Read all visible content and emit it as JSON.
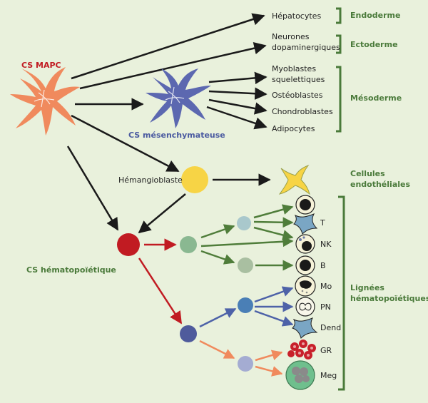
{
  "colors": {
    "background": "#e9f1dc",
    "mapc": "#f08a5d",
    "mesenchymal": "#5c68b0",
    "hemangioblast": "#f7d445",
    "hematopoietic": "#c11b22",
    "arrow_black": "#1a1a1a",
    "arrow_red": "#c11b22",
    "arrow_green": "#4f7d3a",
    "arrow_blue": "#4d62a8",
    "arrow_orange": "#f08a5d",
    "bracket": "#4a7a3a"
  },
  "stem_cells": {
    "mapc": "CS MAPC",
    "mesenchymal": "CS mésenchymateuse",
    "hemangioblast": "Hémangioblaste",
    "hematopoietic": "CS hématopoïétique"
  },
  "products": {
    "hepatocytes": "Hépatocytes",
    "neurons_1": "Neurones",
    "neurons_2": "dopaminergiques",
    "myoblasts_1": "Myoblastes",
    "myoblasts_2": "squelettiques",
    "osteoblasts": "Ostéoblastes",
    "chondroblasts": "Chondroblastes",
    "adipocytes": "Adipocytes",
    "endothelial_1": "Cellules",
    "endothelial_2": "endothéliales"
  },
  "germ_layers": {
    "endoderm": "Endoderme",
    "ectoderm": "Ectoderme",
    "mesoderm": "Mésoderme"
  },
  "lineage_group": {
    "line1": "Lignées",
    "line2": "hématopoïétiques"
  },
  "blood_cells": {
    "t": "T",
    "nk": "NK",
    "b": "B",
    "mo": "Mo",
    "pn": "PN",
    "dend": "Dend",
    "gr": "GR",
    "meg": "Meg"
  }
}
